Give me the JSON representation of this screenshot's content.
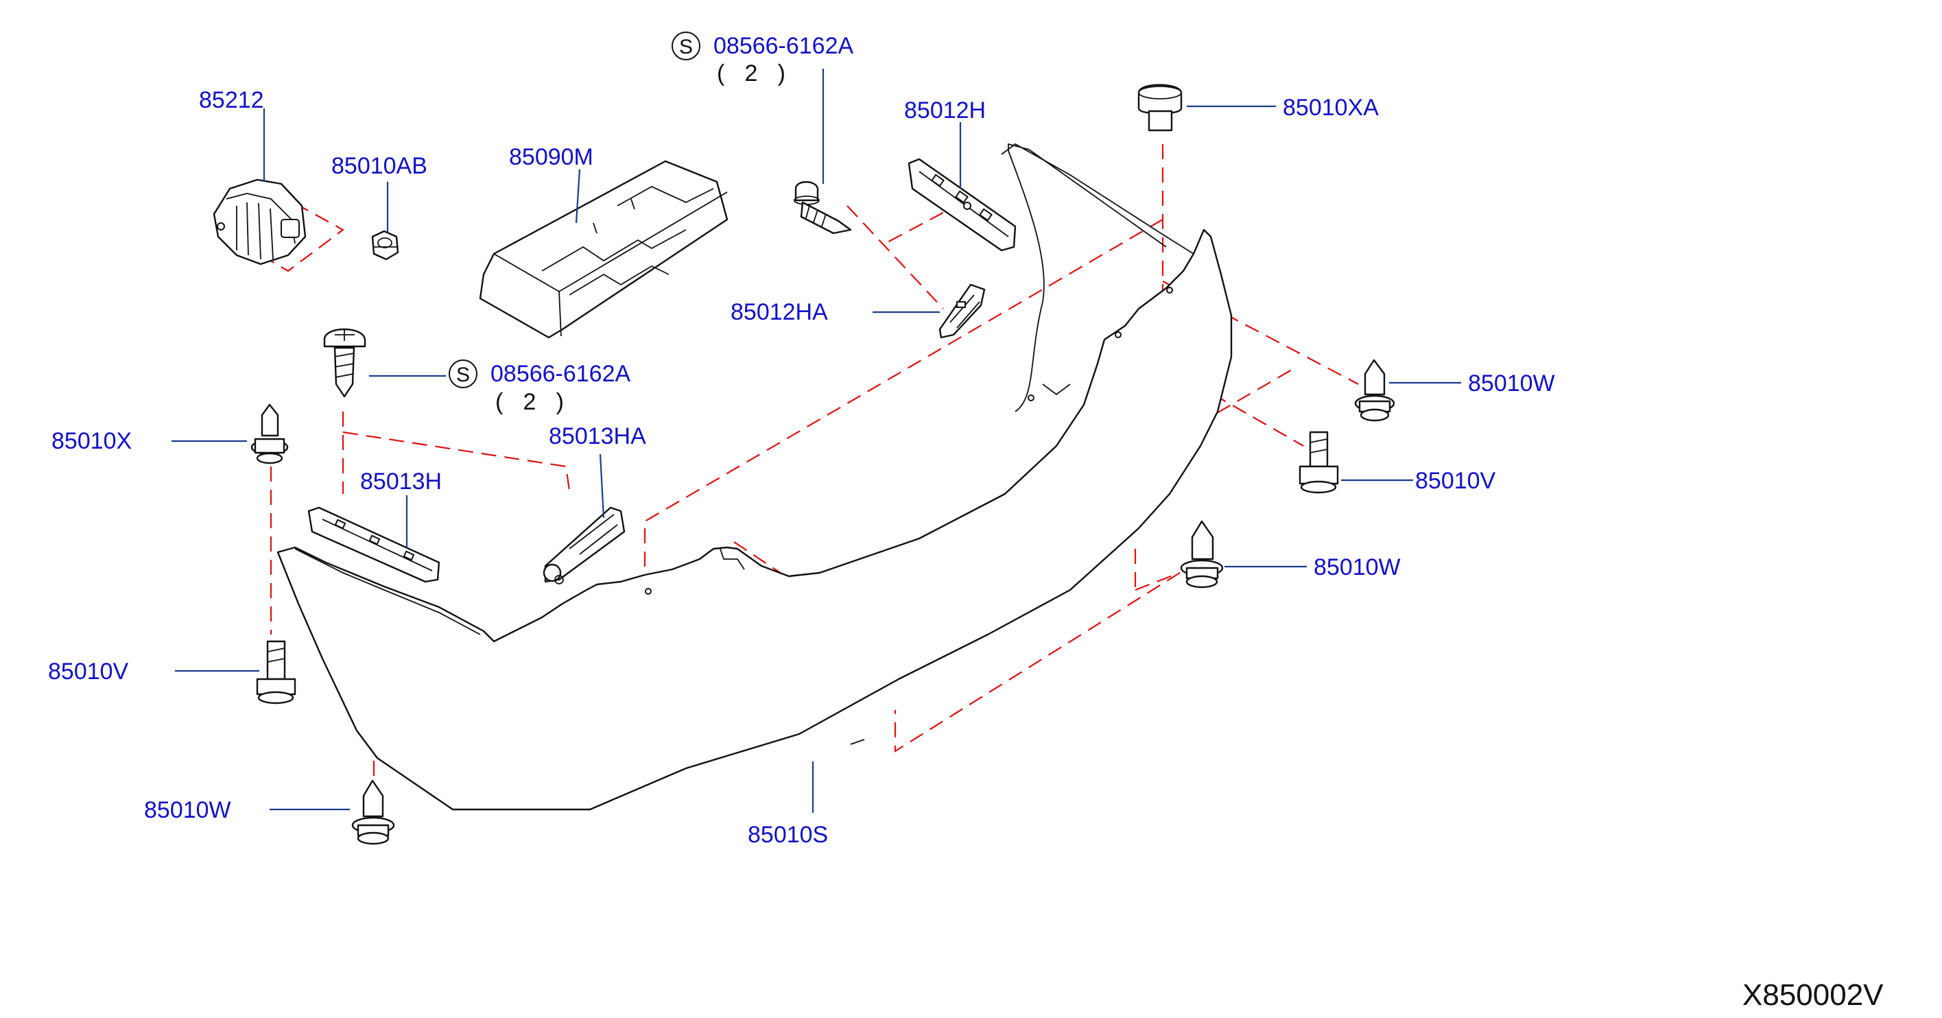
{
  "diagram_id": "X850002V",
  "labels": {
    "p85212": "85212",
    "p85010AB": "85010AB",
    "p85090M": "85090M",
    "p08566_top": "08566-6162A",
    "p08566_top_qty": "( 2 )",
    "p85012H": "85012H",
    "p85010XA": "85010XA",
    "p85012HA": "85012HA",
    "p08566_mid": "08566-6162A",
    "p08566_mid_qty": "( 2 )",
    "p85010W_right": "85010W",
    "p85010X": "85010X",
    "p85013HA": "85013HA",
    "p85013H": "85013H",
    "p85010V_right": "85010V",
    "p85010W_mid": "85010W",
    "p85010V_left": "85010V",
    "p85010W_left": "85010W",
    "p85010S": "85010S"
  },
  "symbols": {
    "standard_part": "S"
  },
  "colors": {
    "label": "#1010c8",
    "leader": "#1a3d8a",
    "dash": "#e01010",
    "outline": "#111111"
  }
}
